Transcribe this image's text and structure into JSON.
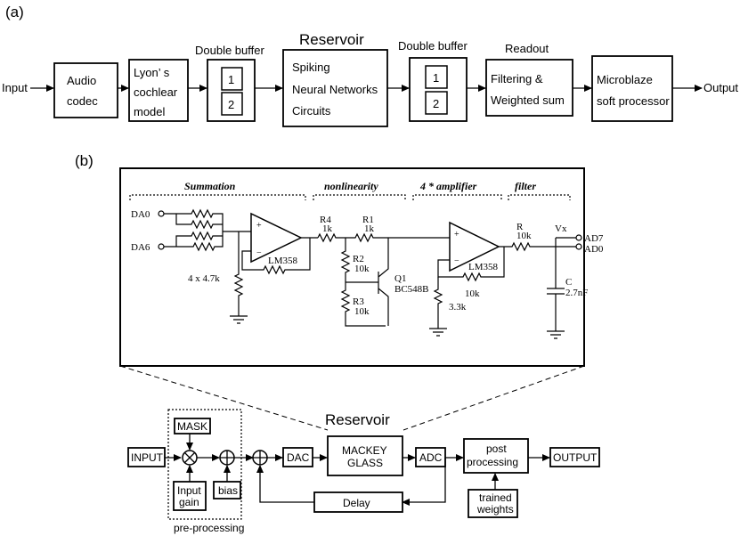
{
  "panel_a": {
    "label": "(a)",
    "input_label": "Input",
    "output_label": "Output",
    "audio_codec": [
      "Audio",
      "codec"
    ],
    "lyon": [
      "Lyon’ s",
      "cochlear",
      "model"
    ],
    "double_buffer_1": {
      "title": "Double buffer",
      "slot1": "1",
      "slot2": "2"
    },
    "reservoir": {
      "title": "Reservoir",
      "lines": [
        "Spiking",
        "Neural Networks",
        "Circuits"
      ]
    },
    "double_buffer_2": {
      "title": "Double buffer",
      "slot1": "1",
      "slot2": "2"
    },
    "readout": {
      "title": "Readout",
      "lines": [
        "Filtering &",
        "Weighted sum"
      ]
    },
    "microblaze": [
      "Microblaze",
      "soft processor"
    ]
  },
  "panel_b": {
    "label": "(b)",
    "circuit": {
      "sections": [
        "Summation",
        "nonlinearity",
        "4 * amplifier",
        "filter"
      ],
      "da0": "DA0",
      "da6": "DA6",
      "resistors_4x": "4 x 4.7k",
      "opamp1": "LM358",
      "r4": [
        "R4",
        "1k"
      ],
      "r1": [
        "R1",
        "1k"
      ],
      "r2": [
        "R2",
        "10k"
      ],
      "r3": [
        "R3",
        "10k"
      ],
      "q1": [
        "Q1",
        "BC548B"
      ],
      "opamp2": "LM358",
      "r_fb": "10k",
      "r_gnd": "3.3k",
      "r_filter": [
        "R",
        "10k"
      ],
      "cap": [
        "C",
        "2.7nF"
      ],
      "vx": "Vx",
      "ad7": "AD7",
      "ad0": "AD0",
      "plus": "+",
      "minus": "−"
    },
    "block": {
      "reservoir_title": "Reservoir",
      "input": "INPUT",
      "mask": "MASK",
      "input_gain": [
        "Input",
        "gain"
      ],
      "bias": "bias",
      "pre_processing": "pre-processing",
      "dac": "DAC",
      "mackey_glass": [
        "MACKEY",
        "GLASS"
      ],
      "adc": "ADC",
      "delay": "Delay",
      "post_processing": [
        "post",
        "processing"
      ],
      "trained_weights": [
        "trained",
        "weights"
      ],
      "output": "OUTPUT"
    }
  }
}
